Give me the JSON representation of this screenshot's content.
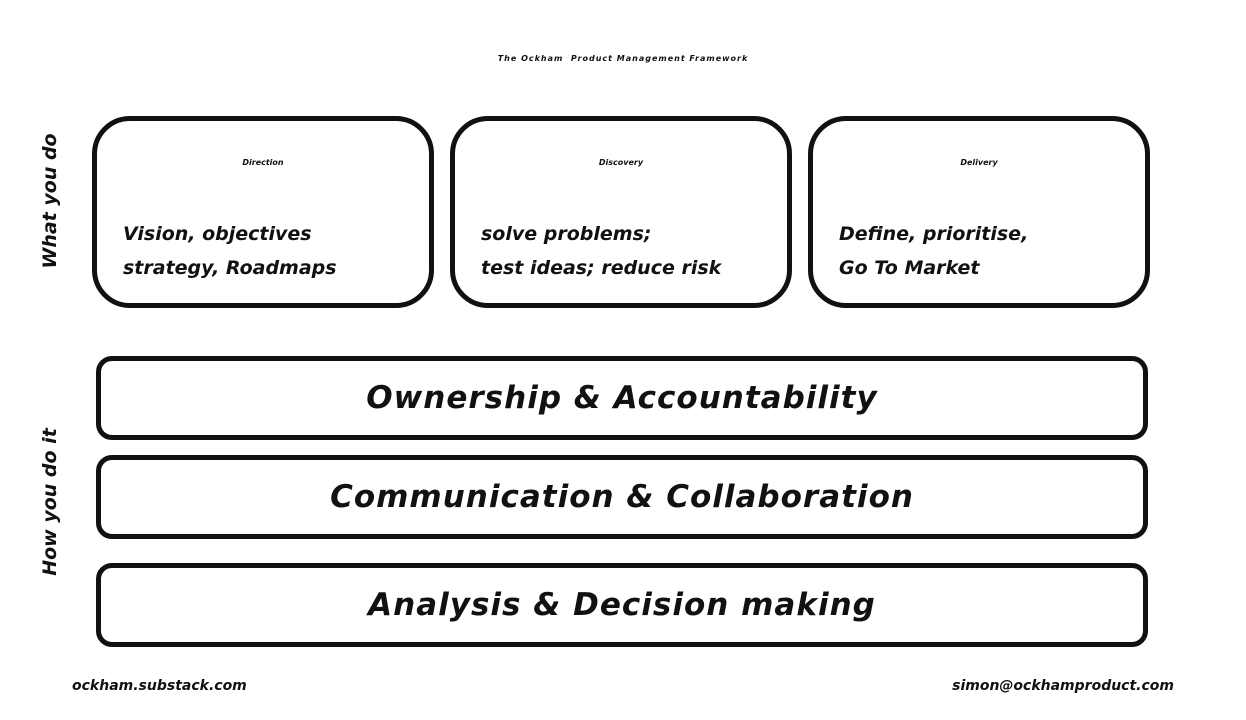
{
  "title": "The Ockham  Product Management Framework",
  "side_labels": {
    "what": "What you do",
    "how": "How you do it"
  },
  "cards": [
    {
      "title": "Direction",
      "lines": [
        "Vision, objectives",
        "strategy, Roadmaps"
      ]
    },
    {
      "title": "Discovery",
      "lines": [
        "solve problems;",
        "test ideas; reduce risk"
      ]
    },
    {
      "title": "Delivery",
      "lines": [
        "Define, prioritise,",
        "Go To Market"
      ]
    }
  ],
  "bars": [
    {
      "label": "Ownership & Accountability"
    },
    {
      "label": "Communication & Collaboration"
    },
    {
      "label": "Analysis & Decision making"
    }
  ],
  "footer": {
    "left": "ockham.substack.com",
    "right": "simon@ockhamproduct.com"
  }
}
